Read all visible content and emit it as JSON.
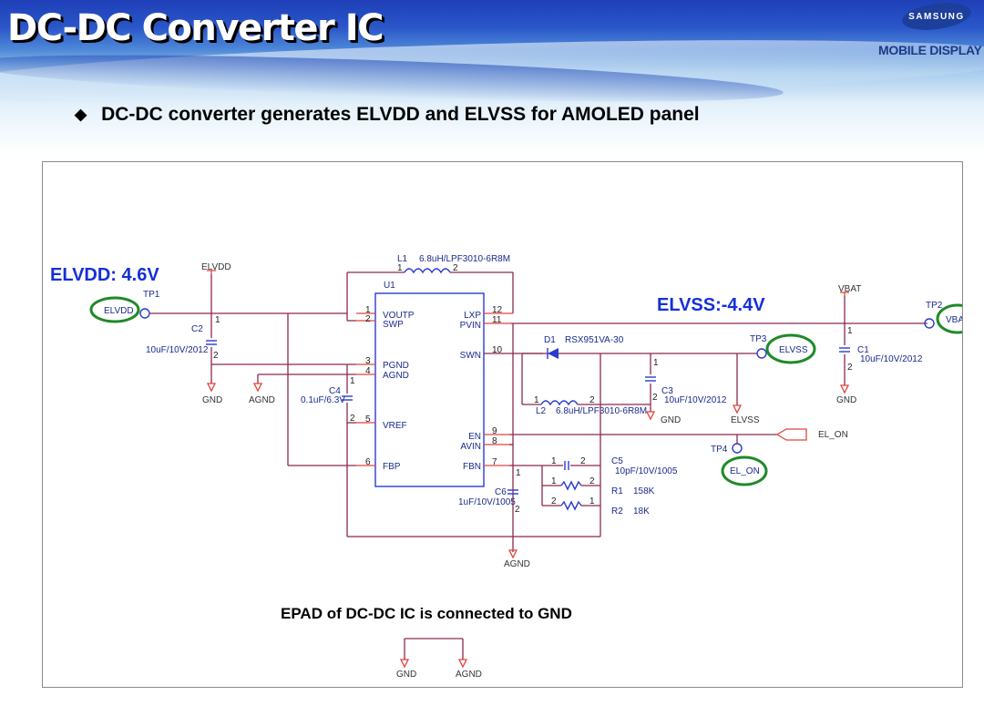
{
  "header": {
    "title": "DC-DC Converter IC",
    "brand_logo": "SAMSUNG",
    "brand_sub": "MOBILE DISPLAY",
    "bullet_icon": "diamond-bullet-icon",
    "bullet_glyph": "◆",
    "bullet_text": "DC-DC converter generates ELVDD and ELVSS for AMOLED panel"
  },
  "schematic": {
    "annotations": {
      "elvdd_voltage": "ELVDD: 4.6V",
      "elvss_voltage": "ELVSS:-4.4V",
      "epad_note": "EPAD of DC-DC IC is connected to GND"
    },
    "colors": {
      "wire": "#8a2850",
      "pin_stub": "#e0453a",
      "component": "#2a3bd0",
      "callout_ring": "#1e8a28",
      "voltage_label": "#1530d8"
    },
    "ic": {
      "ref": "U1",
      "left_pins": [
        {
          "num": "1",
          "name": "VOUTP"
        },
        {
          "num": "2",
          "name": "SWP"
        },
        {
          "num": "3",
          "name": "PGND"
        },
        {
          "num": "4",
          "name": "AGND"
        },
        {
          "num": "5",
          "name": "VREF"
        },
        {
          "num": "6",
          "name": "FBP"
        }
      ],
      "right_pins": [
        {
          "num": "12",
          "name": "LXP"
        },
        {
          "num": "11",
          "name": "PVIN"
        },
        {
          "num": "10",
          "name": "SWN"
        },
        {
          "num": "9",
          "name": "EN"
        },
        {
          "num": "8",
          "name": "AVIN"
        },
        {
          "num": "7",
          "name": "FBN"
        }
      ]
    },
    "components": {
      "L1": {
        "ref": "L1",
        "value": "6.8uH/LPF3010-6R8M",
        "pin1": "1",
        "pin2": "2"
      },
      "L2": {
        "ref": "L2",
        "value": "6.8uH/LPF3010-6R8M",
        "pin1": "1",
        "pin2": "2"
      },
      "D1": {
        "ref": "D1",
        "value": "RSX951VA-30"
      },
      "C1": {
        "ref": "C1",
        "value": "10uF/10V/2012",
        "pin1": "1",
        "pin2": "2"
      },
      "C2": {
        "ref": "C2",
        "value": "10uF/10V/2012",
        "pin1": "1",
        "pin2": "2"
      },
      "C3": {
        "ref": "C3",
        "value": "10uF/10V/2012",
        "pin1": "1",
        "pin2": "2"
      },
      "C4": {
        "ref": "C4",
        "value": "0.1uF/6.3V",
        "pin1": "1",
        "pin2": "2"
      },
      "C5": {
        "ref": "C5",
        "value": "10pF/10V/1005",
        "pin1": "1",
        "pin2": "2"
      },
      "C6": {
        "ref": "C6",
        "value": "1uF/10V/1005",
        "pin1": "1",
        "pin2": "2"
      },
      "R1": {
        "ref": "R1",
        "value": "158K",
        "pin1": "1",
        "pin2": "2"
      },
      "R2": {
        "ref": "R2",
        "value": "18K",
        "pin1": "2",
        "pin2": "1"
      }
    },
    "test_points": [
      {
        "ref": "TP1",
        "net": "ELVDD"
      },
      {
        "ref": "TP2",
        "net": "VBAT"
      },
      {
        "ref": "TP3",
        "net": "ELVSS"
      },
      {
        "ref": "TP4",
        "net": "EL_ON"
      }
    ],
    "net_labels": {
      "elvdd": "ELVDD",
      "vbat": "VBAT",
      "gnd": "GND",
      "agnd": "AGND",
      "elvss": "ELVSS",
      "el_on": "EL_ON"
    }
  }
}
